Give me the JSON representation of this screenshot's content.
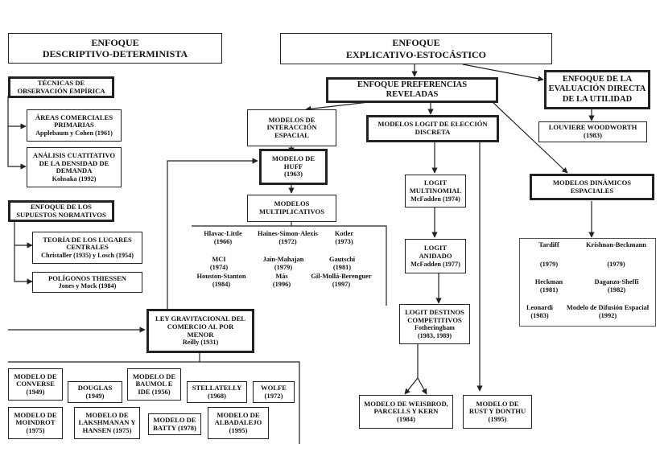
{
  "headers": {
    "left": [
      "ENFOQUE",
      "DESCRIPTIVO-DETERMINISTA"
    ],
    "right": [
      "ENFOQUE",
      "EXPLICATIVO-ESTOCÁSTICO"
    ]
  },
  "left_column": {
    "tecnicas": [
      "TÉCNICAS DE",
      "OBSERVACIÓN EMPÍRICA"
    ],
    "areas": [
      "ÁREAS COMERCIALES",
      "PRIMARIAS",
      "Applebaum y Cohen (1961)"
    ],
    "analisis": [
      "ANÁLISIS CUATITATIVO",
      "DE LA DENSIDAD DE",
      "DEMANDA",
      "Kohsaka (1992)"
    ],
    "supuestos": [
      "ENFOQUE DE LOS",
      "SUPUESTOS NORMATIVOS"
    ],
    "teoria": [
      "TEORÍA DE LOS LUGARES",
      "CENTRALES",
      "Christaller (1935)  y Losch (1954)"
    ],
    "poligonos": [
      "POLÍGONOS THIESSEN",
      "Jones y Mock (1984)"
    ]
  },
  "center": {
    "interaccion": [
      "MODELOS DE",
      "INTERACCIÓN",
      "ESPACIAL"
    ],
    "huff": [
      "MODELO DE",
      "HUFF",
      "(1963)"
    ],
    "multiplicativos": [
      "MODELOS",
      "MULTIPLICATIVOS"
    ],
    "multiplicativos_authors": [
      [
        "Hlavac-Little",
        "(1966)"
      ],
      [
        "Haines-Simon-Alexis",
        "(1972)"
      ],
      [
        "Kotler",
        "(1973)"
      ],
      [
        "MCI",
        "(1974)"
      ],
      [
        "Jain-Mahajan",
        "(1979)"
      ],
      [
        "Gautschi",
        "(1981)"
      ],
      [
        "Houston-Stanton",
        "(1984)"
      ],
      [
        "Más",
        "(1996)"
      ],
      [
        "Gil-Mollá-Berenguer",
        "(1997)"
      ]
    ],
    "ley": [
      "LEY GRAVITACIONAL DEL",
      "COMERCIO AL POR",
      "MENOR",
      "Reilly (1931)"
    ]
  },
  "gravity_models": [
    [
      "MODELO DE",
      "CONVERSE",
      "(1949)"
    ],
    [
      "DOUGLAS",
      "(1949)"
    ],
    [
      "MODELO DE",
      "BAUMOL E",
      "IDE (1956)"
    ],
    [
      "STELLATELLY",
      "(1968)"
    ],
    [
      "WOLFE",
      "(1972)"
    ],
    [
      "MODELO DE",
      "MOINDROT",
      "(1975)"
    ],
    [
      "MODELO DE",
      "LAKSHMANAN Y",
      "HANSEN (1975)"
    ],
    [
      "MODELO DE",
      "BATTY (1978)"
    ],
    [
      "MODELO DE",
      "ALBADALEJO",
      "(1995)"
    ]
  ],
  "right_side": {
    "preferencias": [
      "ENFOQUE PREFERENCIAS",
      "REVELADAS"
    ],
    "evaluacion": [
      "ENFOQUE DE LA",
      "EVALUACIÓN DIRECTA",
      "DE LA UTILIDAD"
    ],
    "louviere": [
      "LOUVIERE WOODWORTH",
      "(1983)"
    ],
    "logit_eleccion": [
      "MODELOS LOGIT DE ELECCIÓN",
      "DISCRETA"
    ],
    "logit_multinomial": [
      "LOGIT",
      "MULTINOMIAL",
      "McFadden (1974)"
    ],
    "logit_anidado": [
      "LOGIT",
      "ANIDADO",
      "McFadden (1977)"
    ],
    "logit_destinos": [
      "LOGIT DESTINOS",
      "COMPETITIVOS",
      "Fotheringham",
      "(1983, 1989)"
    ],
    "weisbrod": [
      "MODELO DE WEISBROD,",
      "PARCELLS Y KERN",
      "(1984)"
    ],
    "rust": [
      "MODELO DE",
      "RUST Y DONTHU",
      "(1995)"
    ],
    "dinamicos": [
      "MODELOS DINÁMICOS",
      "ESPACIALES"
    ],
    "dinamicos_authors": [
      [
        "Tardiff",
        "",
        "(1979)"
      ],
      [
        "Krishnan-Beckmann",
        "",
        "(1979)"
      ],
      [
        "Heckman",
        "(1981)"
      ],
      [
        "Daganzo-Sheffi",
        "(1982)"
      ],
      [
        "Leonardi",
        "(1983)"
      ],
      [
        "Modelo de Difusión Espacial",
        "(1992)"
      ]
    ]
  }
}
